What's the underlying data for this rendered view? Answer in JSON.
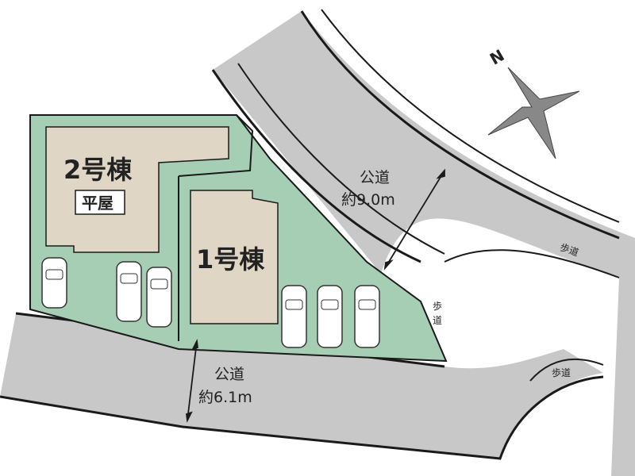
{
  "buildings": {
    "building2": {
      "name": "2号棟",
      "type": "平屋"
    },
    "building1": {
      "name": "1号棟"
    }
  },
  "roads": {
    "north_road": {
      "label": "公道",
      "width": "約9.0m"
    },
    "south_road": {
      "label": "公道",
      "width": "約6.1m"
    },
    "sidewalk_labels": [
      "歩道",
      "歩",
      "道",
      "歩道"
    ]
  },
  "compass": {
    "north": "N"
  },
  "parking": {
    "count": 6
  },
  "colors": {
    "lot": "#a6ceb4",
    "building": "#e0d6c5",
    "road": "#c8c8c8",
    "outline": "#1a1a1a",
    "compass": "#888888"
  }
}
